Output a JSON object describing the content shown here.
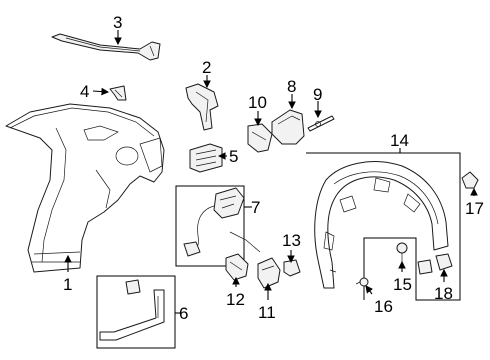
{
  "callouts": {
    "c1": "1",
    "c2": "2",
    "c3": "3",
    "c4": "4",
    "c5": "5",
    "c6": "6",
    "c7": "7",
    "c8": "8",
    "c9": "9",
    "c10": "10",
    "c11": "11",
    "c12": "12",
    "c13": "13",
    "c14": "14",
    "c15": "15",
    "c16": "16",
    "c17": "17",
    "c18": "18"
  },
  "colors": {
    "line": "#1a1a1a",
    "background": "#ffffff",
    "fill": "#f2f2f2"
  }
}
